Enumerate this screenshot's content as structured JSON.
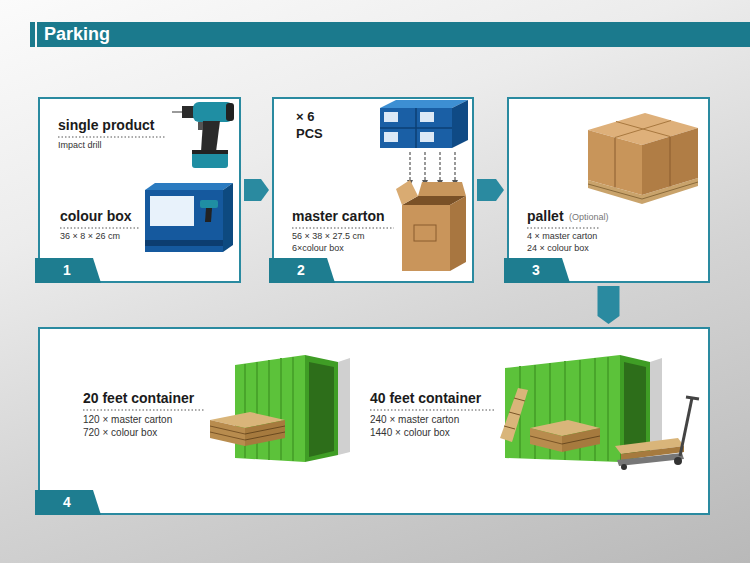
{
  "diagram": {
    "title": "Parking",
    "nodes": [
      {
        "text": [
          "single product",
          "Impact drill",
          "colour box",
          "36 × 8 × 26 cm"
        ]
      },
      {
        "text": [
          "1"
        ],
        "in": 0
      },
      {
        "text": [
          "× 6",
          "PCS",
          "master carton",
          "56 × 38 × 27.5 cm",
          "6×colour box"
        ]
      },
      {
        "text": [
          "2"
        ],
        "in": 2
      },
      {
        "text": [
          "pallet",
          "(Optional)",
          "4 × master carton",
          "24 × colour box"
        ]
      },
      {
        "text": [
          "3"
        ],
        "in": 4
      },
      {
        "text": [
          "20 feet container",
          "120 × master carton",
          "720 × colour box",
          "40 feet container",
          "240 × master carton",
          "1440 × colour box"
        ]
      },
      {
        "text": [
          "4"
        ],
        "in": 6
      }
    ],
    "edges": [
      {
        "from": 0,
        "to": 2,
        "arrow": "to"
      },
      {
        "from": 2,
        "to": 4,
        "arrow": "to"
      },
      {
        "from": 4,
        "to": 6,
        "arrow": "to"
      }
    ]
  }
}
